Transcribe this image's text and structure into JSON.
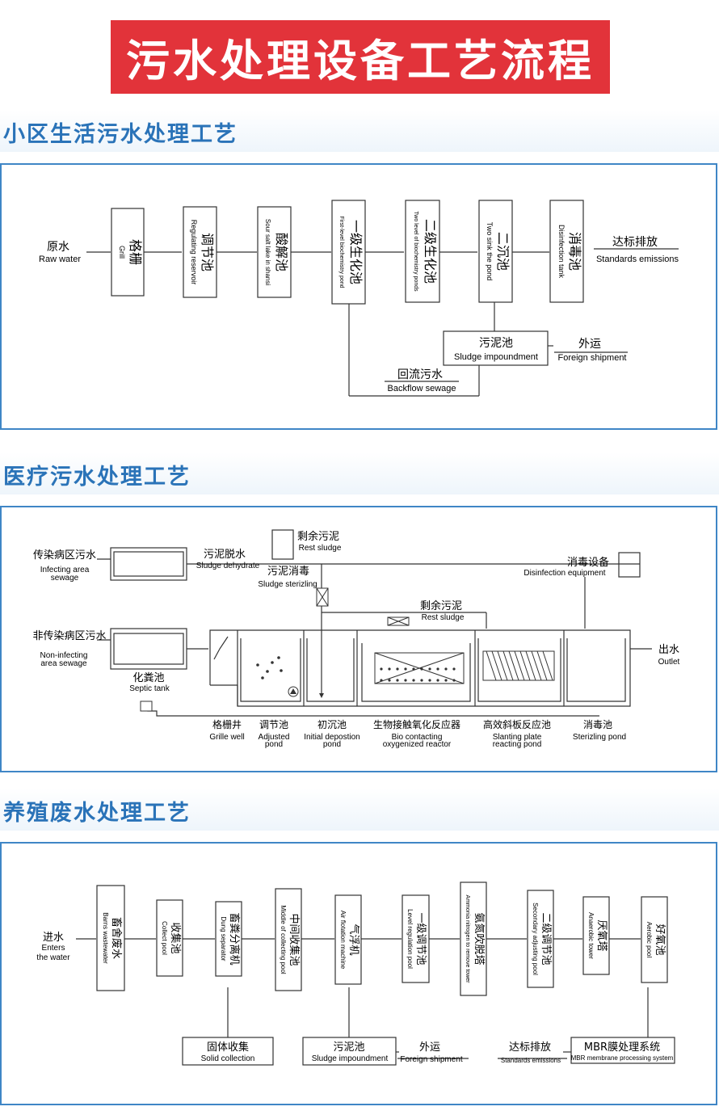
{
  "page_title": "污水处理设备工艺流程",
  "sections": [
    {
      "title": "小区生活污水处理工艺",
      "start": {
        "cn": "原水",
        "en": "Raw water"
      },
      "steps": [
        {
          "cn": "格栅",
          "en": "Grill"
        },
        {
          "cn": "调节池",
          "en": "Regulating reservoir"
        },
        {
          "cn": "酸解池",
          "en": "Sour salt lake in shansi"
        },
        {
          "cn": "一级生化池",
          "en": "First-level biochemistry pond"
        },
        {
          "cn": "二级生化池",
          "en": "Two level of biochemistry ponds"
        },
        {
          "cn": "二沉池",
          "en": "Two sink the pond"
        },
        {
          "cn": "消毒池",
          "en": "Disinfection tank"
        }
      ],
      "end": {
        "cn": "达标排放",
        "en": "Standards emissions"
      },
      "sludge": {
        "cn": "污泥池",
        "en": "Sludge impoundment"
      },
      "shipment": {
        "cn": "外运",
        "en": "Foreign shipment"
      },
      "backflow": {
        "cn": "回流污水",
        "en": "Backflow sewage"
      }
    },
    {
      "title": "医疗污水处理工艺",
      "infecting": {
        "cn": "传染病区污水",
        "en1": "Infecting area",
        "en2": "sewage"
      },
      "non_infecting": {
        "cn": "非传染病区污水",
        "en1": "Non-infecting",
        "en2": "area sewage"
      },
      "septic": {
        "cn": "化粪池",
        "en": "Septic tank"
      },
      "dehydrate": {
        "cn": "污泥脱水",
        "en": "Sludge dehydrate"
      },
      "rest_sludge_top": {
        "cn": "剩余污泥",
        "en": "Rest sludge"
      },
      "sterilizing": {
        "cn": "污泥消毒",
        "en": "Sludge sterizling"
      },
      "rest_sludge_mid": {
        "cn": "剩余污泥",
        "en": "Rest sludge"
      },
      "disinfection_eq": {
        "cn": "消毒设备",
        "en": "Disinfection equipment"
      },
      "outlet": {
        "cn": "出水",
        "en": "Outlet"
      },
      "stages": [
        {
          "cn": "格栅井",
          "en1": "Grille well",
          "en2": ""
        },
        {
          "cn": "调节池",
          "en1": "Adjusted",
          "en2": "pond"
        },
        {
          "cn": "初沉池",
          "en1": "Initial depostion",
          "en2": "pond"
        },
        {
          "cn": "生物接触氧化反应器",
          "en1": "Bio contacting",
          "en2": "oxygenized reactor"
        },
        {
          "cn": "高效斜板反应池",
          "en1": "Slanting plate",
          "en2": "reacting pond"
        },
        {
          "cn": "消毒池",
          "en1": "Sterizling pond",
          "en2": ""
        }
      ]
    },
    {
      "title": "养殖废水处理工艺",
      "start": {
        "cn": "进水",
        "en1": "Enters",
        "en2": "the water"
      },
      "steps": [
        {
          "cn": "畜舍废水",
          "en": "Barns wastewater"
        },
        {
          "cn": "收集池",
          "en": "Collect pool"
        },
        {
          "cn": "畜粪分离机",
          "en": "Dung separator"
        },
        {
          "cn": "中间收集池",
          "en": "Middle of collecting pool"
        },
        {
          "cn": "气浮机",
          "en": "Air flotation machine"
        },
        {
          "cn": "一级调节池",
          "en": "Level regulation pool"
        },
        {
          "cn": "氨氮吹脱塔",
          "en": "Ammonia nitrogen to remove tower"
        },
        {
          "cn": "二级调节池",
          "en": "Secondary adjusting pool"
        },
        {
          "cn": "厌氧塔",
          "en": "Anaerobic tower"
        },
        {
          "cn": "好氧池",
          "en": "Aerobic pool"
        }
      ],
      "solid": {
        "cn": "固体收集",
        "en": "Solid collection"
      },
      "sludge": {
        "cn": "污泥池",
        "en": "Sludge impoundment"
      },
      "shipment": {
        "cn": "外运",
        "en": "Foreign shipment"
      },
      "emission": {
        "cn": "达标排放",
        "en": "Standards emissions"
      },
      "mbr": {
        "cn": "MBR膜处理系统",
        "en": "MBR membrane processing system"
      }
    }
  ]
}
